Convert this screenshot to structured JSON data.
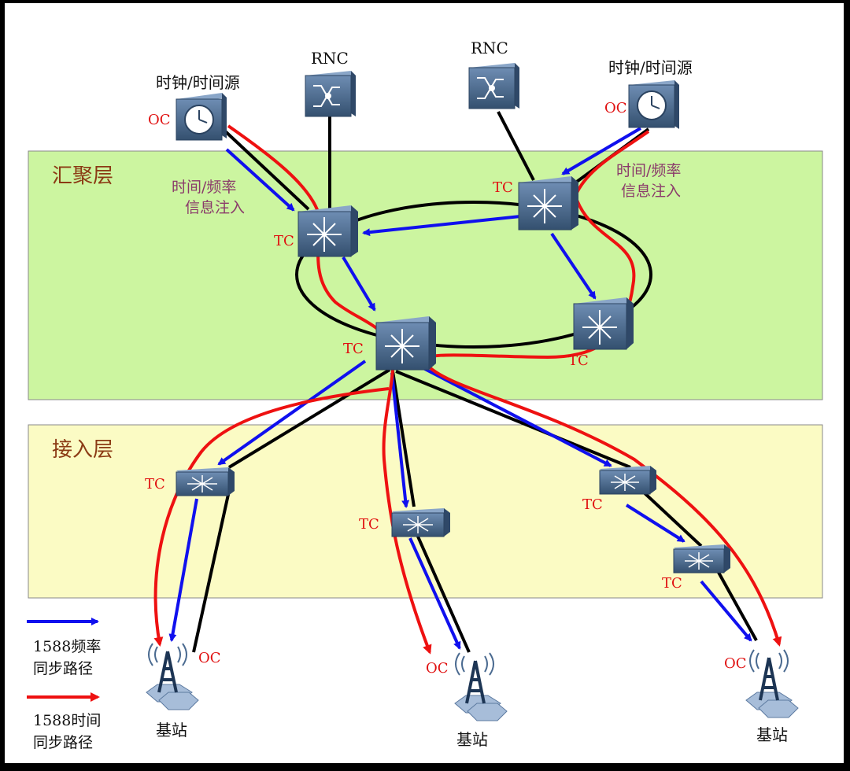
{
  "layers": {
    "aggregation": "汇聚层",
    "access": "接入层"
  },
  "labels": {
    "rnc": "RNC",
    "clock_source": "时钟/时间源",
    "oc": "OC",
    "tc": "TC",
    "injection_line1": "时间/频率",
    "injection_line2": "信息注入",
    "base_station": "基站"
  },
  "legend": {
    "frequency_line1": "1588频率",
    "frequency_line2": "同步路径",
    "time_line1": "1588时间",
    "time_line2": "同步路径"
  },
  "colors": {
    "frequency_path": "#1010ee",
    "time_path": "#ee1111",
    "physical_link": "#000000",
    "oc_tc_label": "#e01010",
    "aggregation_layer_fill": "#ccf5a0",
    "access_layer_fill": "#fbfbc4",
    "layer_title": "#8b3a14",
    "injection_text": "#8a3a6a",
    "device_fill": "#4a6a90"
  }
}
